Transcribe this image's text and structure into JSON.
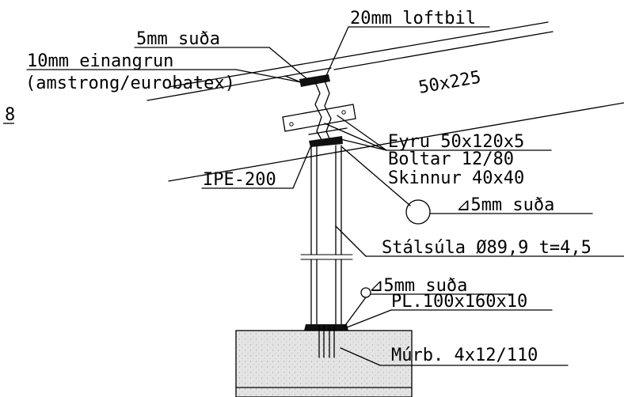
{
  "drawing": {
    "ink_color": "#000000",
    "background_color": "#ffffff",
    "concrete_color": "#e2e2e2",
    "weld_color": "#111111",
    "labels": {
      "side_mark": "8",
      "weld_top": "5mm suða",
      "air_gap": "20mm loftbil",
      "insulation_line1": "10mm einangrun",
      "insulation_line2": "(amstrong/eurobatex)",
      "beam_size": "50x225",
      "plate": "Eyru 50x120x5",
      "bolts": "Boltar 12/80",
      "washers": "Skinnur 40x40",
      "ipe": "IPE-200",
      "weld_symbol": "⊿5mm suða",
      "column": "Stálsúla Ø89,9 t=4,5",
      "base_weld": "⊿5mm suða",
      "base_plate": "PL.100x160x10",
      "anchor": "Múrb. 4x12/110"
    }
  }
}
